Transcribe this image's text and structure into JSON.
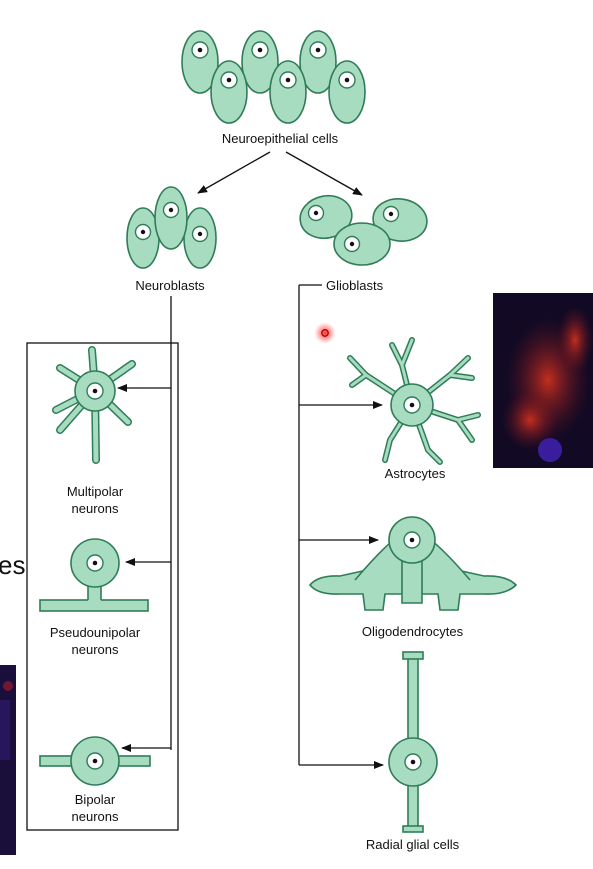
{
  "labels": {
    "neuroepithelial": "Neuroepithelial cells",
    "neuroblasts": "Neuroblasts",
    "glioblasts": "Glioblasts",
    "multipolar_1": "Multipolar",
    "multipolar_2": "neurons",
    "pseudounipolar_1": "Pseudounipolar",
    "pseudounipolar_2": "neurons",
    "bipolar_1": "Bipolar",
    "bipolar_2": "neurons",
    "astrocytes": "Astrocytes",
    "oligodendrocytes": "Oligodendrocytes",
    "radial_glial": "Radial glial cells",
    "cutoff_text": "es"
  },
  "colors": {
    "cell_fill": "#a8dcc1",
    "cell_stroke": "#2f7d58",
    "nucleus_fill": "#ffffff",
    "line": "#111111",
    "photo_dark": "#120a24",
    "photo_red": "#c42818",
    "photo_blue": "#3a1d9c"
  }
}
